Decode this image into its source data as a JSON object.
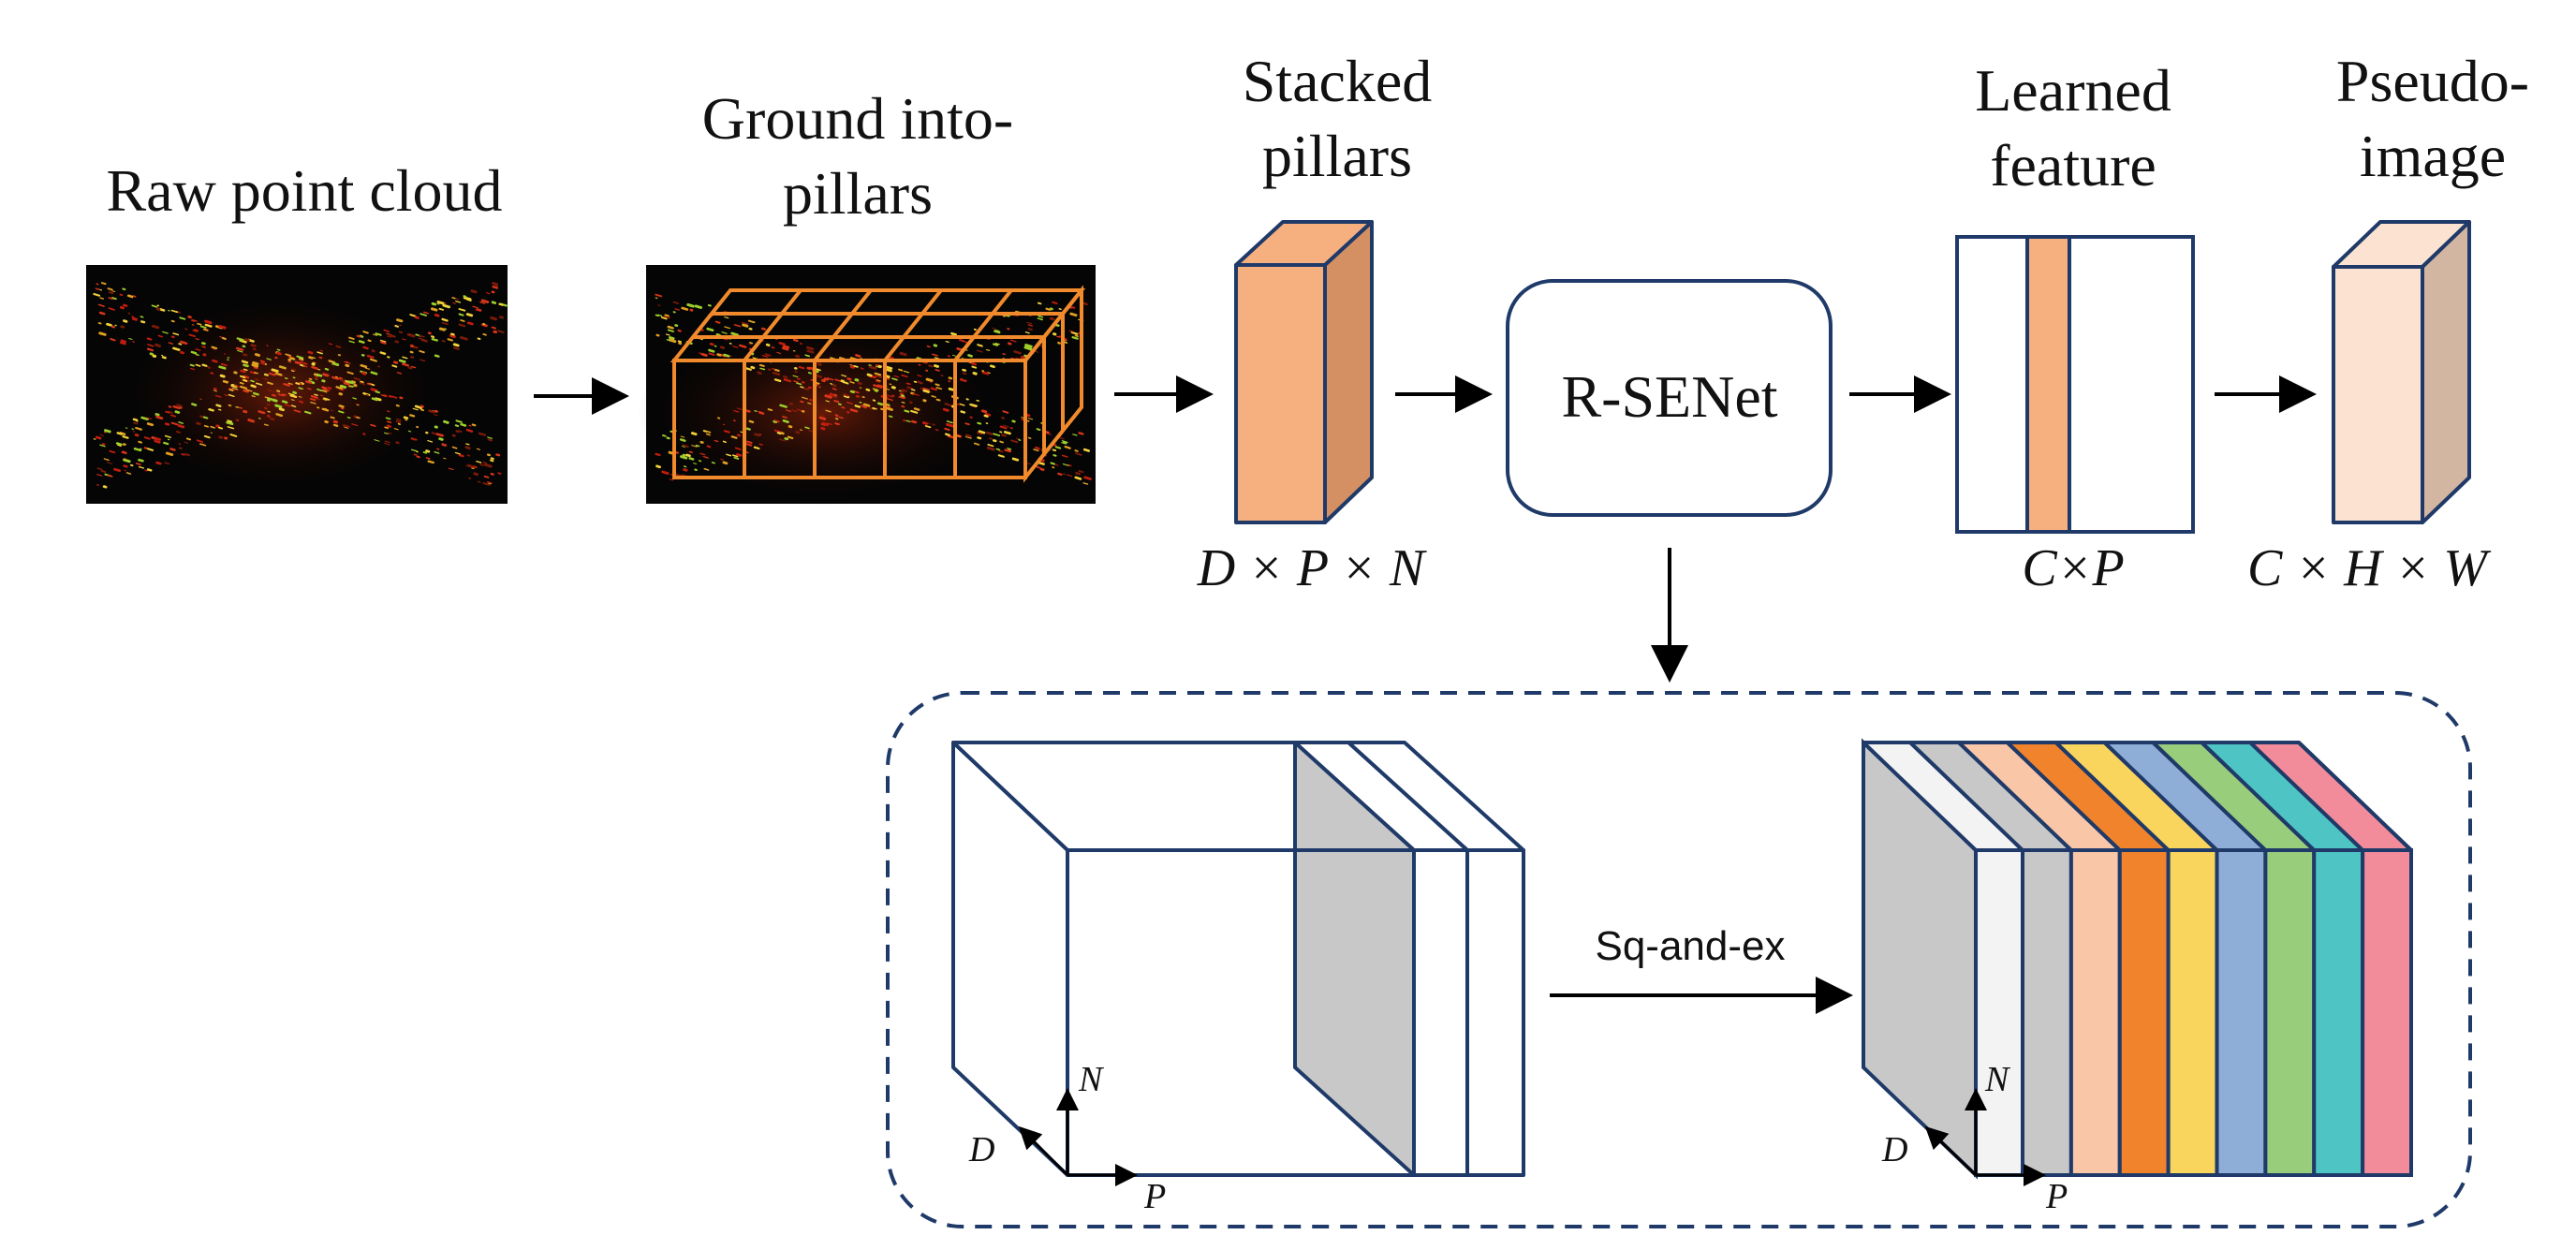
{
  "stages": {
    "raw": {
      "label": "Raw point cloud"
    },
    "ground": {
      "label_line1": "Ground into-",
      "label_line2": "pillars"
    },
    "stacked": {
      "label_line1": "Stacked",
      "label_line2": "pillars",
      "dims": "D × P × N"
    },
    "rsenet": {
      "label": "R-SENet"
    },
    "learned": {
      "label_line1": "Learned",
      "label_line2": "feature",
      "dims": "C×P"
    },
    "pseudo": {
      "label_line1": "Pseudo-",
      "label_line2": "image",
      "dims": "C × H × W"
    }
  },
  "detail": {
    "operation_label": "Sq-and-ex",
    "axes": {
      "n": "N",
      "d": "D",
      "p": "P"
    }
  },
  "colors": {
    "outline": "#1f3a68",
    "pillar_grid": "#f08a2c",
    "stacked_front": "#f6b080",
    "stacked_side": "#d49063",
    "learned_stripe": "#f6b080",
    "pseudo_front": "#fce3d1",
    "pseudo_side": "#d3b6a1",
    "gray_slice": "#c8c8c8",
    "channel_colors": [
      "#f3f3f3",
      "#c8c8c8",
      "#f9c6a8",
      "#f0832b",
      "#fad55e",
      "#8eaed8",
      "#98cd7c",
      "#4fc4c4",
      "#f28c9b"
    ]
  }
}
